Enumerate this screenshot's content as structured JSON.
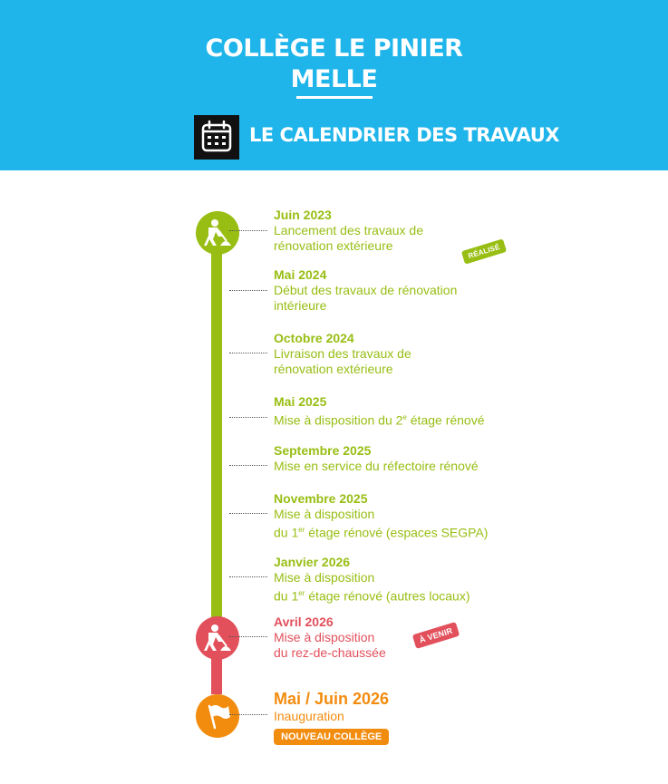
{
  "header": {
    "title_line1": "COLLÈGE LE PINIER",
    "title_line2": "MELLE",
    "calendar_label": "LE CALENDRIER DES TRAVAUX",
    "background_color": "#1fb5ea",
    "calendar_icon": "calendar-icon"
  },
  "timeline": {
    "colors": {
      "done": "#98be14",
      "upcoming": "#e2505c",
      "final": "#f28c0f"
    },
    "icons": {
      "start": "worker-icon",
      "upcoming": "worker-icon",
      "final": "flag-icon"
    },
    "items": [
      {
        "date": "Juin 2023",
        "desc_line1": "Lancement des travaux de",
        "desc_line2": "rénovation extérieure"
      },
      {
        "date": "Mai 2024",
        "desc_line1": "Début des travaux de rénovation",
        "desc_line2": "intérieure"
      },
      {
        "date": "Octobre 2024",
        "desc_line1": "Livraison des travaux de",
        "desc_line2": "rénovation extérieure"
      },
      {
        "date": "Mai 2025",
        "desc_pre": "Mise à disposition du 2",
        "desc_sup": "e",
        "desc_post": " étage rénové"
      },
      {
        "date": "Septembre 2025",
        "desc_line1": "Mise en service du réfectoire rénové"
      },
      {
        "date": "Novembre 2025",
        "desc_line1": "Mise à disposition",
        "desc_pre": "du 1",
        "desc_sup": "er",
        "desc_post": " étage rénové (espaces SEGPA)"
      },
      {
        "date": "Janvier 2026",
        "desc_line1": "Mise à disposition",
        "desc_pre": "du 1",
        "desc_sup": "er",
        "desc_post": " étage rénové (autres locaux)"
      },
      {
        "date": "Avril 2026",
        "desc_line1": "Mise à disposition",
        "desc_line2": "du rez-de-chaussée"
      },
      {
        "date": "Mai / Juin 2026",
        "desc_line1": "Inauguration"
      }
    ]
  },
  "badges": {
    "done": "RÉALISÉ",
    "upcoming": "À VENIR",
    "final": "NOUVEAU COLLÈGE"
  }
}
